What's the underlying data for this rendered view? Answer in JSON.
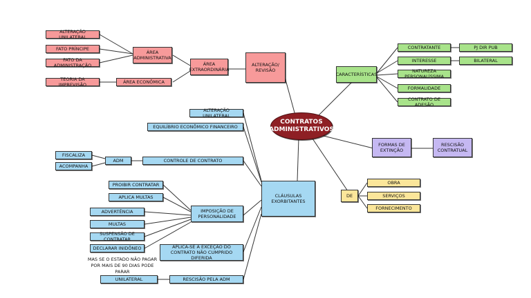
{
  "center": "CONTRATOS ADMINISTRATIVOS",
  "left_top": {
    "alteracao_revisao": "ALTERAÇÃO/ REVISÃO",
    "area_extraordinaria": "ÁREA EXTRAORDINÁRIA",
    "area_administrativa": "ÁREA ADMINISTRATIVA",
    "alteracao_unilateral": "ALTERAÇÃO UNILATERAL",
    "fato_principe": "FATO PRÍNCIPE",
    "fato_administracao": "FATO DA ADMINISTRAÇÃO",
    "area_economica": "ÁREA ECONÔMICA",
    "teoria_imprevisao": "TEORIA DA IMPREVISÃO"
  },
  "caracteristicas": {
    "label": "CARACTERÍSTICAS",
    "contratante": "CONTRATANTE",
    "pj_dir_pub": "PJ DIR PUB",
    "interesse": "INTERESSE",
    "bilateral": "BILATERAL",
    "natureza": "NATUREZA PERSONALÍSSIMA",
    "formalidade": "FORMALIDADE",
    "contrato_adesao": "CONTRATO DE ADESÃO"
  },
  "extincao": {
    "formas": "FORMAS DE EXTINÇÃO",
    "rescisao": "RESCISÃO CONTRATUAL"
  },
  "de": {
    "label": "DE",
    "obra": "OBRA",
    "servicos": "SERVIÇOS",
    "fornecimento": "FORNECIMENTO"
  },
  "clausulas": {
    "label": "CLÁUSULAS EXORBITANTES",
    "alteracao_unilateral": "ALTERAÇÃO UNILATERAL",
    "equilibrio": "EQUILÍBRIO ECONÔMICO FINANCEIRO",
    "controle": "CONTROLE DE CONTRATO",
    "adm": "ADM",
    "fiscaliza": "FISCALIZA",
    "acompanha": "ACOMPANHA",
    "imposicao": "IMPOSIÇÃO DE PERSONALIDADE",
    "proibir": "PROIBIR CONTRATAR",
    "aplica_multas": "APLICA MULTAS",
    "advertencia": "ADVERTÊNCIA",
    "multas": "MULTAS",
    "suspensao": "SUSPENSÃO DE CONTRATAR",
    "declarar": "DECLARAR INIDÔNEO",
    "aplica_excecao": "APLICA-SE A EXCEÇÃO DO CONTRATO NÃO CUMPRIDO DIFERIDA",
    "note": "MAS SE O ESTADO NÃO PAGAR POR MAIS DE 90 DIAS PODE PARAR",
    "rescisao_adm": "RESCISÃO PELA ADM",
    "unilateral": "UNILATERAL"
  }
}
